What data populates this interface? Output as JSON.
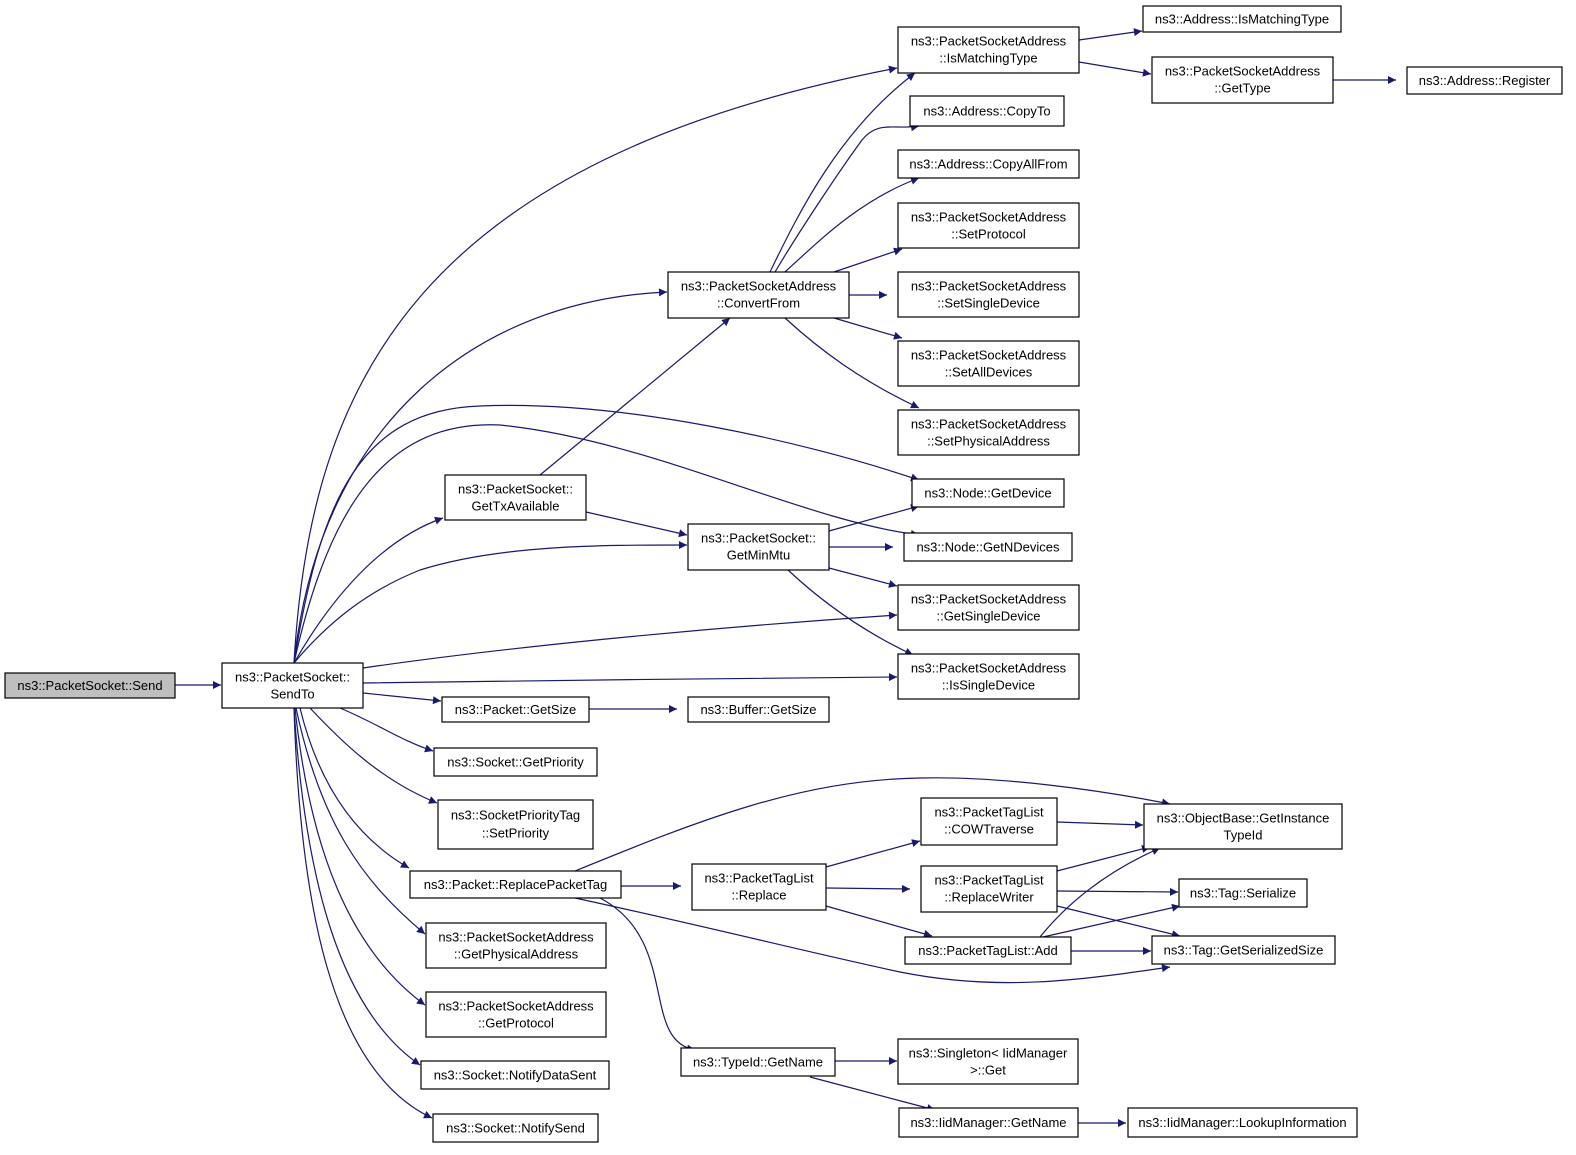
{
  "colors": {
    "edge": "#191970",
    "root_fill": "#bfbfbf",
    "node_fill": "#ffffff",
    "border": "#000000"
  },
  "nodes": {
    "send": [
      "ns3::PacketSocket::Send"
    ],
    "sendto": [
      "ns3::PacketSocket::",
      "SendTo"
    ],
    "pkt_getsize": [
      "ns3::Packet::GetSize"
    ],
    "buf_getsize": [
      "ns3::Buffer::GetSize"
    ],
    "gettxavail": [
      "ns3::PacketSocket::",
      "GetTxAvailable"
    ],
    "getminmtu": [
      "ns3::PacketSocket::",
      "GetMinMtu"
    ],
    "convertfrom": [
      "ns3::PacketSocketAddress",
      "::ConvertFrom"
    ],
    "psa_ismatching": [
      "ns3::PacketSocketAddress",
      "::IsMatchingType"
    ],
    "addr_ismatching": [
      "ns3::Address::IsMatchingType"
    ],
    "psa_gettype": [
      "ns3::PacketSocketAddress",
      "::GetType"
    ],
    "addr_register": [
      "ns3::Address::Register"
    ],
    "addr_copyto": [
      "ns3::Address::CopyTo"
    ],
    "addr_copyallfrom": [
      "ns3::Address::CopyAllFrom"
    ],
    "psa_setprotocol": [
      "ns3::PacketSocketAddress",
      "::SetProtocol"
    ],
    "psa_setsingle": [
      "ns3::PacketSocketAddress",
      "::SetSingleDevice"
    ],
    "psa_setall": [
      "ns3::PacketSocketAddress",
      "::SetAllDevices"
    ],
    "psa_setphys": [
      "ns3::PacketSocketAddress",
      "::SetPhysicalAddress"
    ],
    "node_getdevice": [
      "ns3::Node::GetDevice"
    ],
    "node_getndevices": [
      "ns3::Node::GetNDevices"
    ],
    "psa_getsingle": [
      "ns3::PacketSocketAddress",
      "::GetSingleDevice"
    ],
    "psa_issingle": [
      "ns3::PacketSocketAddress",
      "::IsSingleDevice"
    ],
    "sock_getprio": [
      "ns3::Socket::GetPriority"
    ],
    "spt_setprio": [
      "ns3::SocketPriorityTag",
      "::SetPriority"
    ],
    "pkt_replace": [
      "ns3::Packet::ReplacePacketTag"
    ],
    "ptl_cow": [
      "ns3::PacketTagList",
      "::COWTraverse"
    ],
    "ob_getinst": [
      "ns3::ObjectBase::GetInstance",
      "TypeId"
    ],
    "ptl_replace": [
      "ns3::PacketTagList",
      "::Replace"
    ],
    "ptl_replacewriter": [
      "ns3::PacketTagList",
      "::ReplaceWriter"
    ],
    "tag_serialize": [
      "ns3::Tag::Serialize"
    ],
    "ptl_add": [
      "ns3::PacketTagList::Add"
    ],
    "tag_getsersize": [
      "ns3::Tag::GetSerializedSize"
    ],
    "psa_getphys": [
      "ns3::PacketSocketAddress",
      "::GetPhysicalAddress"
    ],
    "psa_getprotocol": [
      "ns3::PacketSocketAddress",
      "::GetProtocol"
    ],
    "sock_notifydata": [
      "ns3::Socket::NotifyDataSent"
    ],
    "sock_notifysend": [
      "ns3::Socket::NotifySend"
    ],
    "typeid_getname": [
      "ns3::TypeId::GetName"
    ],
    "singleton_get": [
      "ns3::Singleton< IidManager",
      ">::Get"
    ],
    "iid_getname": [
      "ns3::IidManager::GetName"
    ],
    "iid_lookup": [
      "ns3::IidManager::LookupInformation"
    ]
  }
}
